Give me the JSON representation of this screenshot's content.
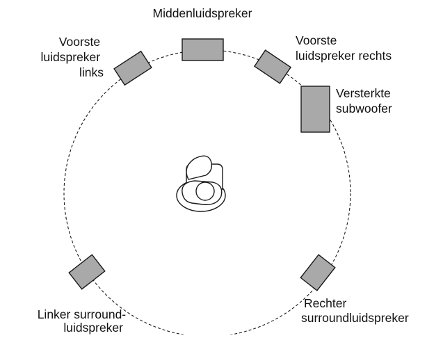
{
  "colors": {
    "speaker_fill": "#a9a9a9",
    "line": "#1a1a1a",
    "background": "#ffffff"
  },
  "labels": {
    "center": "Middenluidspreker",
    "front_left": [
      "Voorste",
      "luidspreker",
      "links"
    ],
    "front_right": [
      "Voorste",
      "luidspreker rechts"
    ],
    "subwoofer": [
      "Versterkte",
      "subwoofer"
    ],
    "surround_left": [
      "Linker surround-",
      "luidspreker"
    ],
    "surround_right": [
      "Rechter",
      "surroundluidspreker"
    ]
  },
  "icons": {
    "listener": "listener-seated-icon"
  }
}
